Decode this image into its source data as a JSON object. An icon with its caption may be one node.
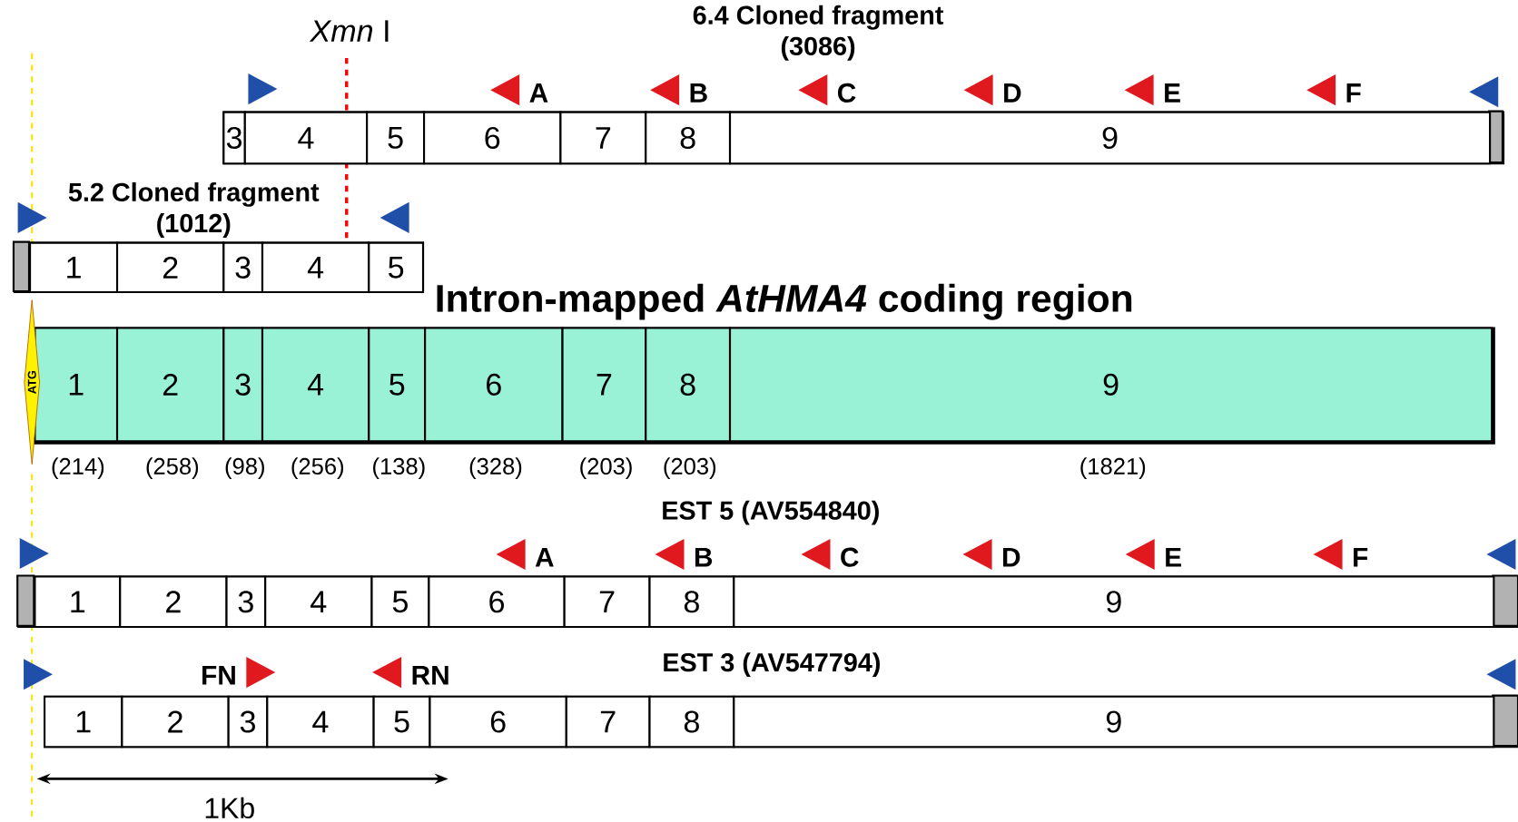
{
  "diagram": {
    "nodes": [
      {
        "text": [
          "6.4 Cloned fragment (3086)"
        ]
      },
      {
        "text": [
          "3"
        ],
        "in": 0
      },
      {
        "text": [
          "4"
        ],
        "in": 0
      },
      {
        "text": [
          "5"
        ],
        "in": 0
      },
      {
        "text": [
          "6"
        ],
        "in": 0
      },
      {
        "text": [
          "7"
        ],
        "in": 0
      },
      {
        "text": [
          "8"
        ],
        "in": 0
      },
      {
        "text": [
          "9"
        ],
        "in": 0
      },
      {
        "text": [
          "5.2 Cloned fragment (1012)"
        ]
      },
      {
        "text": [
          "1"
        ],
        "in": 8
      },
      {
        "text": [
          "2"
        ],
        "in": 8
      },
      {
        "text": [
          "3"
        ],
        "in": 8
      },
      {
        "text": [
          "4"
        ],
        "in": 8
      },
      {
        "text": [
          "5"
        ],
        "in": 8
      },
      {
        "text": [
          "Intron-mapped *AtHMA4* coding region"
        ]
      },
      {
        "text": [
          "1"
        ],
        "in": 14,
        "beside": [
          "(214)"
        ]
      },
      {
        "text": [
          "2"
        ],
        "in": 14,
        "beside": [
          "(258)"
        ]
      },
      {
        "text": [
          "3"
        ],
        "in": 14,
        "beside": [
          "(98)"
        ]
      },
      {
        "text": [
          "4"
        ],
        "in": 14,
        "beside": [
          "(256)"
        ]
      },
      {
        "text": [
          "5"
        ],
        "in": 14,
        "beside": [
          "(138)"
        ]
      },
      {
        "text": [
          "6"
        ],
        "in": 14,
        "beside": [
          "(328)"
        ]
      },
      {
        "text": [
          "7"
        ],
        "in": 14,
        "beside": [
          "(203)"
        ]
      },
      {
        "text": [
          "8"
        ],
        "in": 14,
        "beside": [
          "(203)"
        ]
      },
      {
        "text": [
          "9"
        ],
        "in": 14,
        "beside": [
          "(1821)"
        ]
      },
      {
        "text": [
          "EST 5 (AV554840)"
        ]
      },
      {
        "text": [
          "1"
        ],
        "in": 24
      },
      {
        "text": [
          "2"
        ],
        "in": 24
      },
      {
        "text": [
          "3"
        ],
        "in": 24
      },
      {
        "text": [
          "4"
        ],
        "in": 24
      },
      {
        "text": [
          "5"
        ],
        "in": 24
      },
      {
        "text": [
          "6"
        ],
        "in": 24
      },
      {
        "text": [
          "7"
        ],
        "in": 24
      },
      {
        "text": [
          "8"
        ],
        "in": 24
      },
      {
        "text": [
          "9"
        ],
        "in": 24
      },
      {
        "text": [
          "EST 3 (AV547794)"
        ]
      },
      {
        "text": [
          "1"
        ],
        "in": 34
      },
      {
        "text": [
          "2"
        ],
        "in": 34
      },
      {
        "text": [
          "3"
        ],
        "in": 34
      },
      {
        "text": [
          "4"
        ],
        "in": 34
      },
      {
        "text": [
          "5"
        ],
        "in": 34
      },
      {
        "text": [
          "6"
        ],
        "in": 34
      },
      {
        "text": [
          "7"
        ],
        "in": 34
      },
      {
        "text": [
          "8"
        ],
        "in": 34
      },
      {
        "text": [
          "9"
        ],
        "in": 34
      },
      {
        "text": [
          "ATG"
        ]
      },
      {
        "text": [],
        "shape": "triangle"
      },
      {
        "text": [
          "A"
        ]
      },
      {
        "text": [
          "B"
        ]
      },
      {
        "text": [
          "C"
        ]
      },
      {
        "text": [
          "D"
        ]
      },
      {
        "text": [
          "E"
        ]
      },
      {
        "text": [
          "F"
        ]
      },
      {
        "text": [],
        "shape": "triangle"
      },
      {
        "text": [],
        "shape": "triangle"
      },
      {
        "text": [],
        "shape": "triangle"
      },
      {
        "text": [],
        "shape": "triangle"
      },
      {
        "text": [
          "A"
        ]
      },
      {
        "text": [
          "B"
        ]
      },
      {
        "text": [
          "C"
        ]
      },
      {
        "text": [
          "D"
        ]
      },
      {
        "text": [
          "E"
        ]
      },
      {
        "text": [
          "F"
        ]
      },
      {
        "text": [],
        "shape": "triangle"
      },
      {
        "text": [],
        "shape": "triangle"
      },
      {
        "text": [
          "FN"
        ]
      },
      {
        "text": [
          "RN"
        ]
      },
      {
        "text": [],
        "shape": "triangle"
      }
    ],
    "labels": [
      "*Xmn* I",
      "1Kb"
    ]
  }
}
